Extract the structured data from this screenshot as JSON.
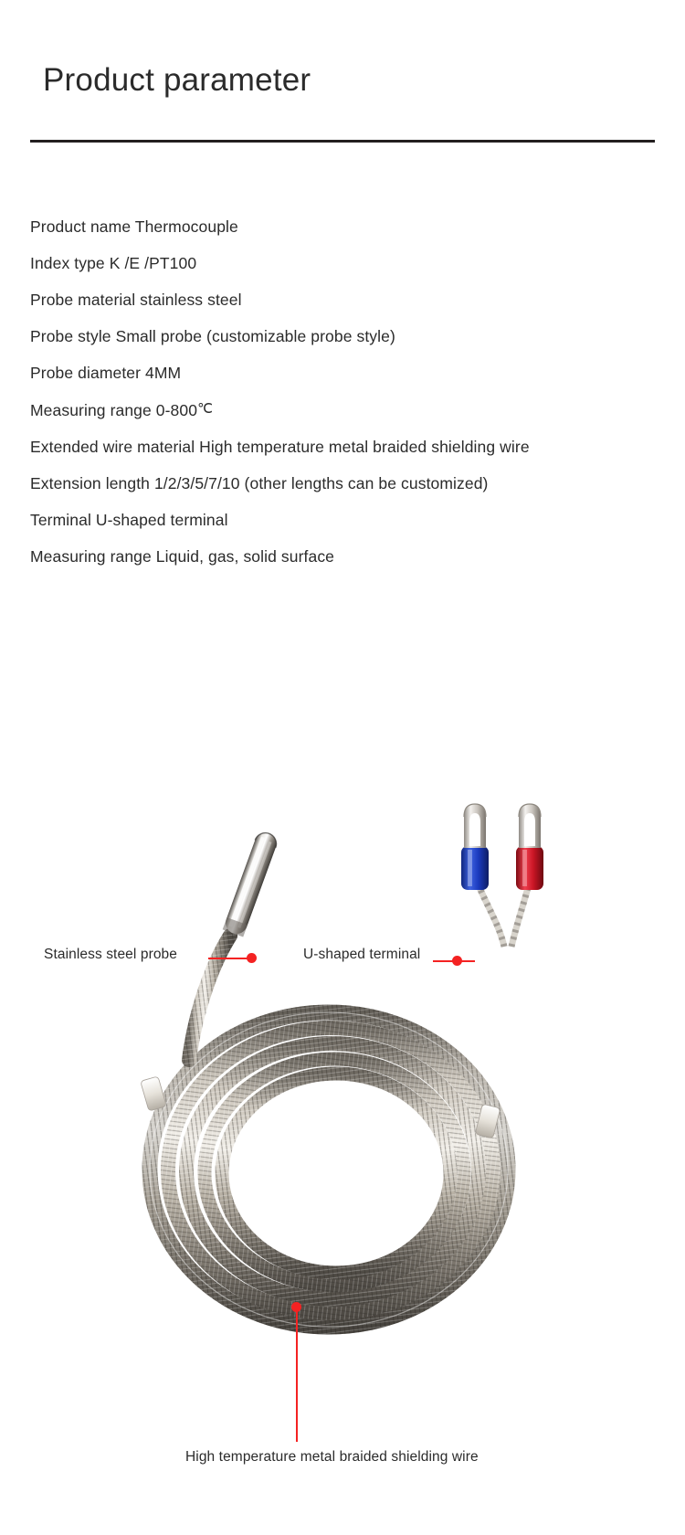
{
  "header": {
    "title": "Product parameter"
  },
  "specs": [
    "Product name Thermocouple",
    "Index type K /E /PT100",
    "Probe material stainless steel",
    "Probe style Small probe (customizable probe style)",
    "Probe diameter 4MM",
    "Extended wire material High temperature metal braided shielding wire",
    "Extension length 1/2/3/5/7/10 (other lengths can be customized)",
    "Terminal U-shaped terminal",
    "Measuring range Liquid, gas, solid surface"
  ],
  "measuring_range": {
    "label": "Measuring range",
    "value": "0-800",
    "unit": "℃"
  },
  "callouts": {
    "probe": "Stainless steel probe",
    "terminal": "U-shaped terminal",
    "wire": "High temperature metal braided shielding wire"
  },
  "colors": {
    "accent": "#f42222",
    "text": "#2b2b2b",
    "rule": "#231f20",
    "terminal_blue": "#1a46c8",
    "terminal_red": "#d81b2a",
    "steel_light": "#e8e6e2",
    "steel_dark": "#4d4a46"
  }
}
